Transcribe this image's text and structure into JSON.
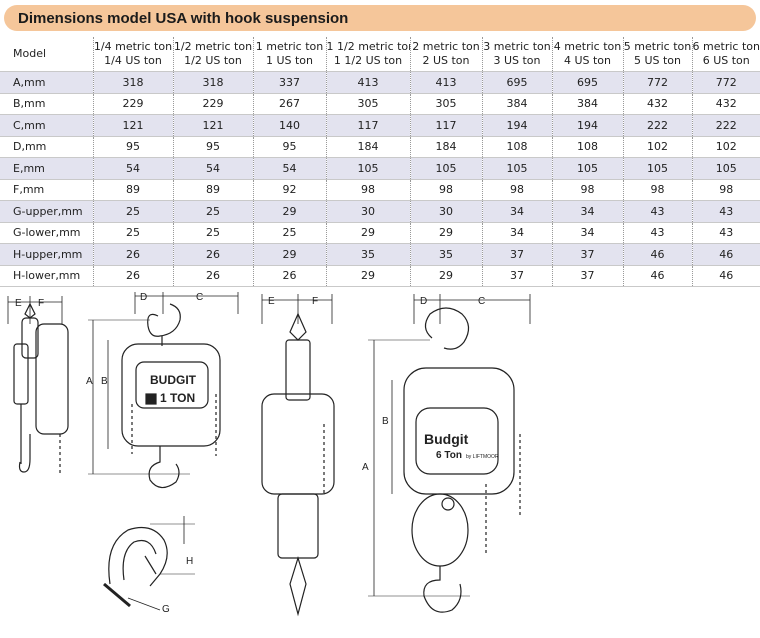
{
  "title": "Dimensions model USA with hook suspension",
  "table": {
    "model_header": "Model",
    "columns": [
      {
        "line1": "1/4 metric ton",
        "line2": "1/4 US ton"
      },
      {
        "line1": "1/2 metric ton",
        "line2": "1/2 US ton"
      },
      {
        "line1": "1 metric ton",
        "line2": "1 US ton"
      },
      {
        "line1": "1 1/2 metric ton",
        "line2": "1 1/2 US ton"
      },
      {
        "line1": "2 metric ton",
        "line2": "2 US ton"
      },
      {
        "line1": "3 metric ton",
        "line2": "3 US ton"
      },
      {
        "line1": "4 metric ton",
        "line2": "4 US ton"
      },
      {
        "line1": "5 metric ton",
        "line2": "5 US ton"
      },
      {
        "line1": "6 metric ton",
        "line2": "6 US ton"
      }
    ],
    "rows": [
      {
        "label": "A,mm",
        "values": [
          "318",
          "318",
          "337",
          "413",
          "413",
          "695",
          "695",
          "772",
          "772"
        ]
      },
      {
        "label": "B,mm",
        "values": [
          "229",
          "229",
          "267",
          "305",
          "305",
          "384",
          "384",
          "432",
          "432"
        ]
      },
      {
        "label": "C,mm",
        "values": [
          "121",
          "121",
          "140",
          "117",
          "117",
          "194",
          "194",
          "222",
          "222"
        ]
      },
      {
        "label": "D,mm",
        "values": [
          "95",
          "95",
          "95",
          "184",
          "184",
          "108",
          "108",
          "102",
          "102"
        ]
      },
      {
        "label": "E,mm",
        "values": [
          "54",
          "54",
          "54",
          "105",
          "105",
          "105",
          "105",
          "105",
          "105"
        ]
      },
      {
        "label": "F,mm",
        "values": [
          "89",
          "89",
          "92",
          "98",
          "98",
          "98",
          "98",
          "98",
          "98"
        ]
      },
      {
        "label": "G-upper,mm",
        "values": [
          "25",
          "25",
          "29",
          "30",
          "30",
          "34",
          "34",
          "43",
          "43"
        ]
      },
      {
        "label": "G-lower,mm",
        "values": [
          "25",
          "25",
          "25",
          "29",
          "29",
          "34",
          "34",
          "43",
          "43"
        ]
      },
      {
        "label": "H-upper,mm",
        "values": [
          "26",
          "26",
          "29",
          "35",
          "35",
          "37",
          "37",
          "46",
          "46"
        ]
      },
      {
        "label": "H-lower,mm",
        "values": [
          "26",
          "26",
          "26",
          "29",
          "29",
          "37",
          "37",
          "46",
          "46"
        ]
      }
    ]
  },
  "drawing_labels": {
    "e": "E",
    "f": "F",
    "d": "D",
    "c": "C",
    "a": "A",
    "b": "B",
    "g": "G",
    "h": "H",
    "budgit_small_brand": "BUDGIT",
    "budgit_small_rating": "1 TON",
    "budgit_large_brand": "Budgit",
    "budgit_large_rating": "6 Ton",
    "budgit_large_sub": "by LIFTMOOR"
  },
  "colors": {
    "title_bar": "#f5c69a",
    "row_shade": "#e3e3ef",
    "rule": "#c9c9c9",
    "ink": "#222222"
  }
}
